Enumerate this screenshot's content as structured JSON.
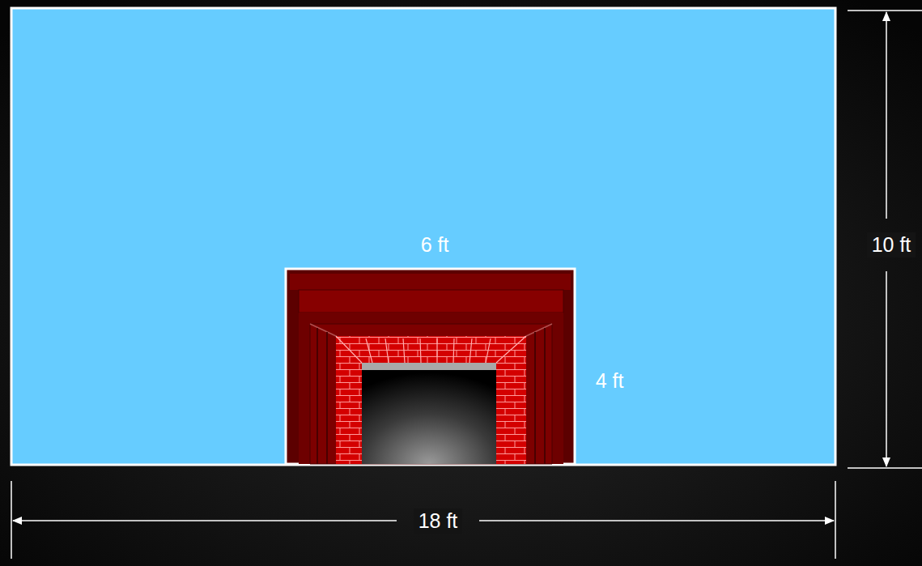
{
  "diagram": {
    "labels": [
      "6 ft",
      "4 ft",
      "10 ft",
      "18 ft"
    ]
  }
}
